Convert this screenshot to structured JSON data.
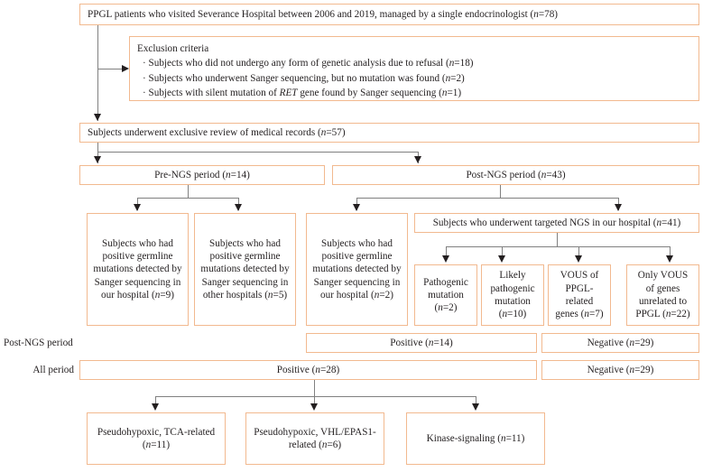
{
  "diagram": {
    "title_box": {
      "text": "PPGL patients who visited Severance Hospital between 2006 and 2019, managed by a single endocrinologist (n=78)"
    },
    "exclusion": {
      "heading": "Exclusion criteria",
      "items": [
        "· Subjects who did not undergo any form of genetic analysis due to refusal (n=18)",
        "· Subjects who underwent Sanger sequencing, but no mutation was found (n=2)",
        "· Subjects with silent mutation of RET gene found by Sanger sequencing (n=1)"
      ]
    },
    "review_box": {
      "text": "Subjects underwent exclusive review of medical records (n=57)"
    },
    "periods": {
      "pre_ngs": "Pre-NGS period (n=14)",
      "post_ngs": "Post-NGS period (n=43)"
    },
    "sanger_boxes": [
      "Subjects who had positive germline mutations detected by Sanger sequencing in our hospital (n=9)",
      "Subjects who had positive germline mutations detected by Sanger sequencing in other hospitals (n=5)",
      "Subjects who had positive germline mutations detected by Sanger sequencing in our hospital (n=2)"
    ],
    "ngs_box": {
      "text": "Subjects who underwent targeted NGS in our hospital (n=41)"
    },
    "ngs_results": [
      "Pathogenic mutation (n=2)",
      "Likely pathogenic mutation (n=10)",
      "VOUS of PPGL-related genes (n=7)",
      "Only VOUS of genes unrelated to PPGL (n=22)"
    ],
    "summary_rows": [
      {
        "row_label": "Post-NGS period",
        "positive": "Positive (n=14)",
        "negative": "Negative (n=29)"
      },
      {
        "row_label": "All period",
        "positive": "Positive (n=28)",
        "negative": "Negative (n=29)"
      }
    ],
    "cluster_boxes": [
      "Pseudohypoxic, TCA-related (n=11)",
      "Pseudohypoxic, VHL/EPAS1-related (n=6)",
      "Kinase-signaling (n=11)"
    ],
    "colors": {
      "box_border": "#f2b98f",
      "connector": "#808080",
      "arrow": "#231f20",
      "text": "#231f20",
      "background": "#ffffff"
    }
  }
}
